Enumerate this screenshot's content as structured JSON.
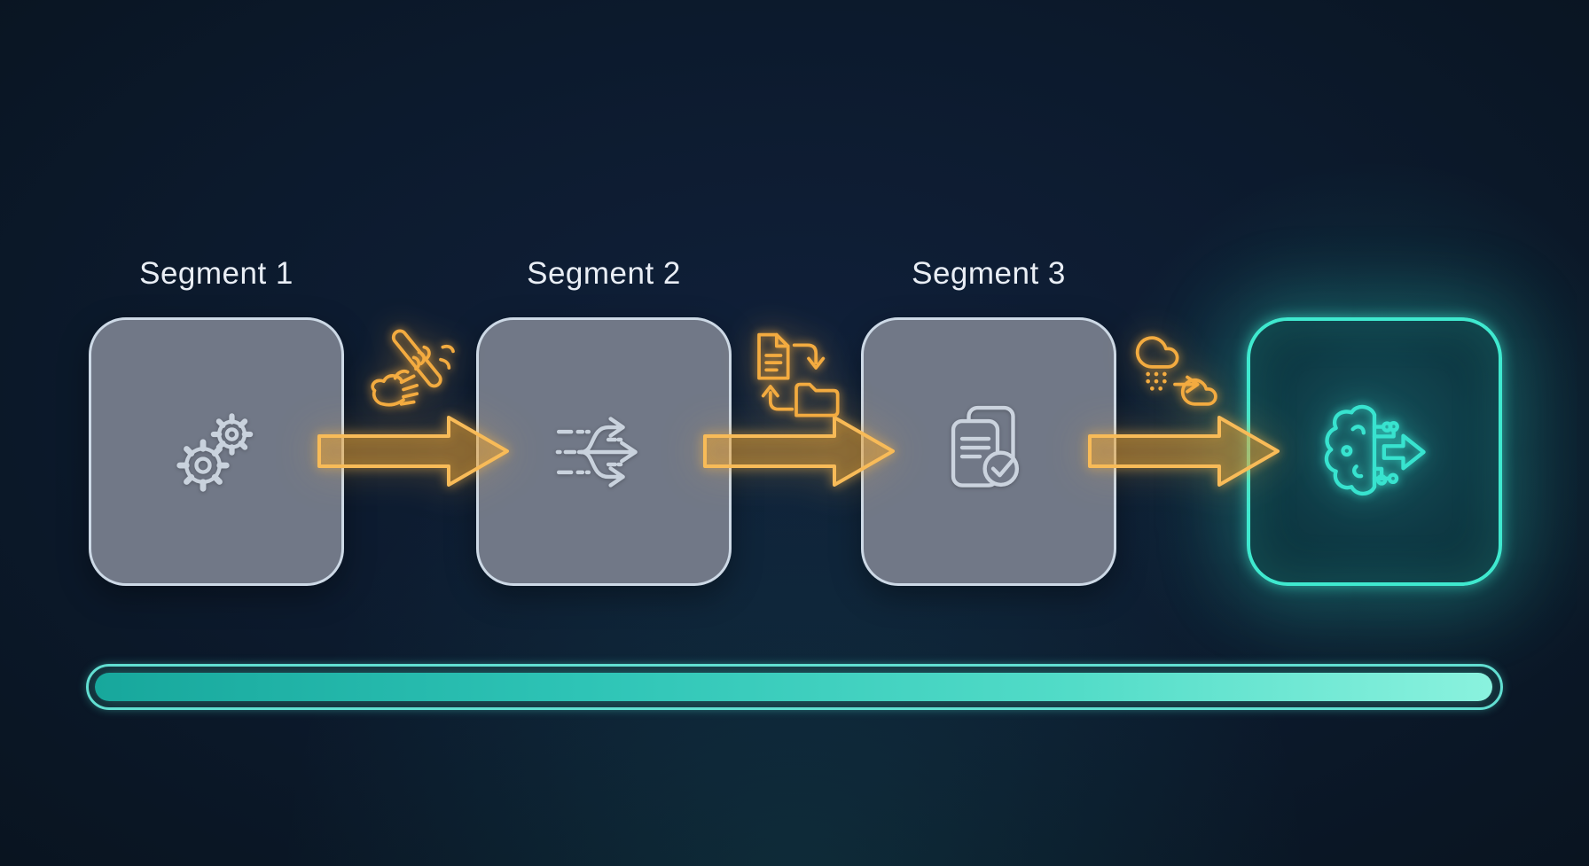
{
  "pipeline": {
    "stages": [
      {
        "label": "Segment 1",
        "icon": "gears-icon",
        "highlighted": false
      },
      {
        "label": "Segment 2",
        "icon": "split-arrows-icon",
        "highlighted": false
      },
      {
        "label": "Segment 3",
        "icon": "document-check-icon",
        "highlighted": false
      },
      {
        "label": "",
        "icon": "brain-circuit-icon",
        "highlighted": true
      }
    ],
    "connectors": [
      {
        "icon": "handoff-hands-icon"
      },
      {
        "icon": "file-to-folder-transfer-icon"
      },
      {
        "icon": "cloud-to-cloud-transfer-icon"
      }
    ]
  },
  "progress_bar": {
    "percent": 99
  },
  "colors": {
    "background": "#0c1a2d",
    "stage_fill": "#717887",
    "stage_border": "#cdd9e6",
    "stage_icon": "#c9d2dd",
    "arrow_accent": "#f8bb58",
    "connector_icon": "#f3ab40",
    "highlight_teal": "#3fe9cf",
    "progress_fill_start": "#17a79c",
    "progress_fill_end": "#8af2de"
  }
}
